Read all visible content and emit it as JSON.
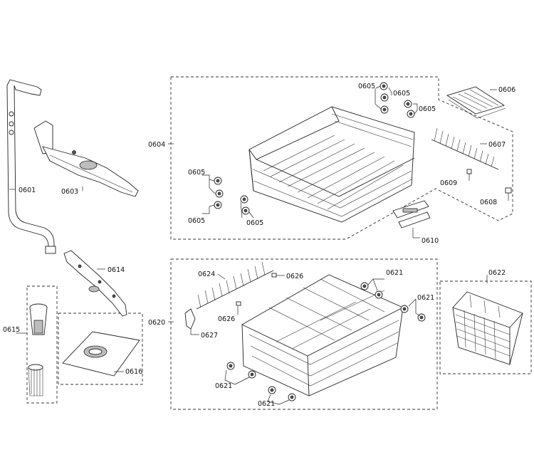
{
  "parts": {
    "p0601": "0601",
    "p0603": "0603",
    "p0604": "0604",
    "p0605": "0605",
    "p0606": "0606",
    "p0607": "0607",
    "p0608": "0608",
    "p0609": "0609",
    "p0610": "0610",
    "p0614": "0614",
    "p0615": "0615",
    "p0616": "0616",
    "p0620": "0620",
    "p0621": "0621",
    "p0622": "0622",
    "p0624": "0624",
    "p0626": "0626",
    "p0627": "0627"
  }
}
